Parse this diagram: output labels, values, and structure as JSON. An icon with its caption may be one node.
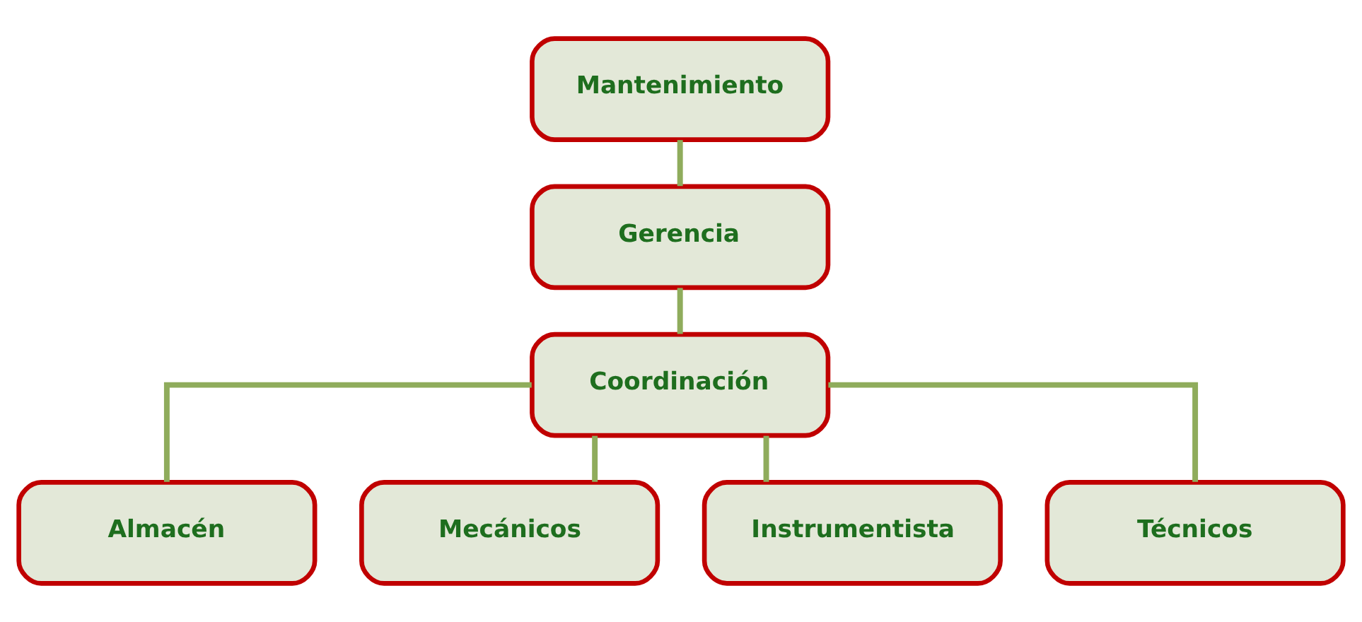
{
  "diagram": {
    "nodes": [
      {
        "text": [
          "Mantenimiento"
        ]
      },
      {
        "text": [
          "Gerencia"
        ]
      },
      {
        "text": [
          "Coordinación"
        ]
      },
      {
        "text": [
          "Almacén"
        ]
      },
      {
        "text": [
          "Mecánicos"
        ]
      },
      {
        "text": [
          "Instrumentista"
        ]
      },
      {
        "text": [
          "Técnicos"
        ]
      }
    ],
    "edges": [
      {
        "from": 0,
        "to": 1,
        "arrow": "none"
      },
      {
        "from": 1,
        "to": 2,
        "arrow": "none"
      },
      {
        "from": 2,
        "to": 3,
        "arrow": "none"
      },
      {
        "from": 2,
        "to": 4,
        "arrow": "none"
      },
      {
        "from": 2,
        "to": 5,
        "arrow": "none"
      },
      {
        "from": 2,
        "to": 6,
        "arrow": "none"
      }
    ]
  }
}
